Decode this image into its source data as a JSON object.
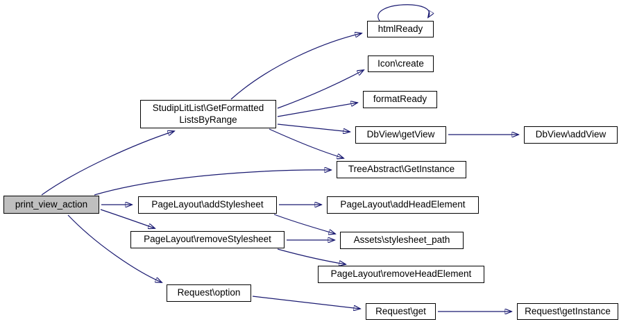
{
  "diagram": {
    "type": "call-graph",
    "root": "print_view_action",
    "colors": {
      "edge": "#191970",
      "node_border": "#000000",
      "node_fill": "#ffffff",
      "root_fill": "#bfbfbf",
      "text": "#000000",
      "background": "#ffffff"
    },
    "nodes": [
      {
        "id": "print_view_action",
        "label": "print_view_action",
        "highlighted": true
      },
      {
        "id": "studiplitlist_getformattedlistsbyrange",
        "label": "StudipLitList\\GetFormatted\nListsByRange"
      },
      {
        "id": "htmlready",
        "label": "htmlReady"
      },
      {
        "id": "icon_create",
        "label": "Icon\\create"
      },
      {
        "id": "formatready",
        "label": "formatReady"
      },
      {
        "id": "dbview_getview",
        "label": "DbView\\getView"
      },
      {
        "id": "dbview_addview",
        "label": "DbView\\addView"
      },
      {
        "id": "treeabstract_getinstance",
        "label": "TreeAbstract\\GetInstance"
      },
      {
        "id": "pagelayout_addstylesheet",
        "label": "PageLayout\\addStylesheet"
      },
      {
        "id": "pagelayout_addheadelement",
        "label": "PageLayout\\addHeadElement"
      },
      {
        "id": "pagelayout_removestylesheet",
        "label": "PageLayout\\removeStylesheet"
      },
      {
        "id": "assets_stylesheet_path",
        "label": "Assets\\stylesheet_path"
      },
      {
        "id": "pagelayout_removeheadelement",
        "label": "PageLayout\\removeHeadElement"
      },
      {
        "id": "request_option",
        "label": "Request\\option"
      },
      {
        "id": "request_get",
        "label": "Request\\get"
      },
      {
        "id": "request_getinstance",
        "label": "Request\\getInstance"
      }
    ],
    "edges": [
      {
        "from": "print_view_action",
        "to": "studiplitlist_getformattedlistsbyrange"
      },
      {
        "from": "print_view_action",
        "to": "treeabstract_getinstance"
      },
      {
        "from": "print_view_action",
        "to": "pagelayout_addstylesheet"
      },
      {
        "from": "print_view_action",
        "to": "pagelayout_removestylesheet"
      },
      {
        "from": "print_view_action",
        "to": "request_option"
      },
      {
        "from": "studiplitlist_getformattedlistsbyrange",
        "to": "htmlready"
      },
      {
        "from": "studiplitlist_getformattedlistsbyrange",
        "to": "icon_create"
      },
      {
        "from": "studiplitlist_getformattedlistsbyrange",
        "to": "formatready"
      },
      {
        "from": "studiplitlist_getformattedlistsbyrange",
        "to": "dbview_getview"
      },
      {
        "from": "studiplitlist_getformattedlistsbyrange",
        "to": "treeabstract_getinstance"
      },
      {
        "from": "htmlready",
        "to": "htmlready"
      },
      {
        "from": "dbview_getview",
        "to": "dbview_addview"
      },
      {
        "from": "pagelayout_addstylesheet",
        "to": "pagelayout_addheadelement"
      },
      {
        "from": "pagelayout_addstylesheet",
        "to": "assets_stylesheet_path"
      },
      {
        "from": "pagelayout_removestylesheet",
        "to": "assets_stylesheet_path"
      },
      {
        "from": "pagelayout_removestylesheet",
        "to": "pagelayout_removeheadelement"
      },
      {
        "from": "request_option",
        "to": "request_get"
      },
      {
        "from": "request_get",
        "to": "request_getinstance"
      }
    ]
  }
}
